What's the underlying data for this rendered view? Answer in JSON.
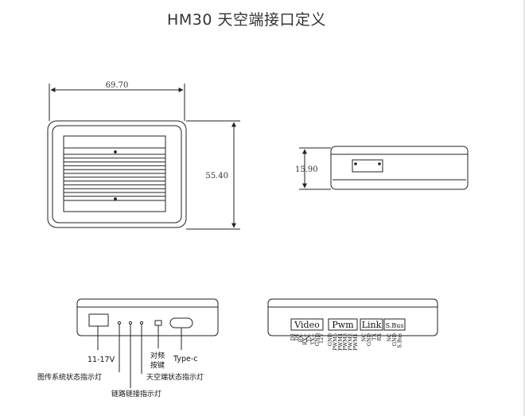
{
  "title": "HM30 天空端接口定义",
  "dimensions": {
    "width": "69.70",
    "height": "55.40",
    "thickness": "15.90"
  },
  "left_panel": {
    "labels": {
      "power": "11-17V",
      "image_status_led": "图传系统状态指示灯",
      "link_led": "链路链接指示灯",
      "pair_button": "对频\n按键",
      "type_c": "Type-c",
      "air_status_led": "天空端状态指示灯"
    }
  },
  "right_panel": {
    "ports": [
      {
        "name": "Video",
        "pins": [
          "D2",
          "D1",
          "RX-",
          "RX+",
          "TX-",
          "TX+",
          "GND",
          "12V"
        ]
      },
      {
        "name": "Pwm",
        "pins": [
          "GND",
          "PWM5",
          "PWM4",
          "PWM3",
          "PWM2",
          "PWM1"
        ]
      },
      {
        "name": "Link",
        "pins": [
          "NC",
          "GND",
          "TX",
          "RX"
        ]
      },
      {
        "name": "S.Bus",
        "pins": [
          "NC",
          "GND",
          "S.Bus"
        ]
      }
    ]
  },
  "colors": {
    "line": "#222222",
    "title": "#333333"
  }
}
